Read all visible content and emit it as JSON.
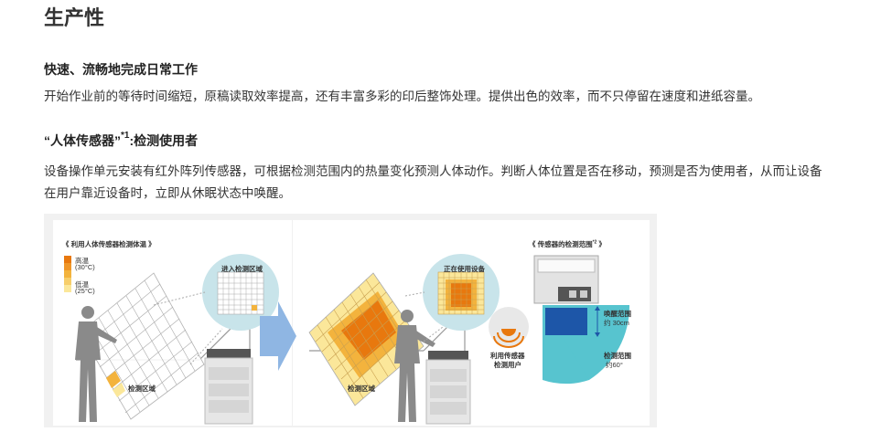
{
  "heading": "生产性",
  "section1": {
    "title": "快速、流畅地完成日常工作",
    "body": "开始作业前的等待时间缩短，原稿读取效率提高，还有丰富多彩的印后整饰处理。提供出色的效率，而不只停留在速度和进纸容量。"
  },
  "section2": {
    "title_main": "“人体传感器”",
    "title_sup": "*1",
    "title_suffix": ":检测使用者",
    "body_line1": "设备操作单元安装有红外阵列传感器，可根据检测范围内的热量变化预测人体动作。判断人体位置是否在移动，预测是否为使用者，从而让设备",
    "body_line2": "在用户靠近设备时，立即从休眠状态中唤醒。"
  },
  "figure": {
    "left_title": "《 利用人体传感器检测体温 》",
    "legend_high": "高温",
    "legend_high_temp": "(30°C)",
    "legend_low": "低温",
    "legend_low_temp": "(25°C)",
    "enter_zone": "进入检测区域",
    "detect_zone_1": "检测区域",
    "in_use": "正在使用设备",
    "detect_zone_2": "检测区域",
    "right_title": "《 传感器的检测范围",
    "right_title_sup": "*2",
    "right_title_end": " 》",
    "sensor_user_1": "利用传感器",
    "sensor_user_2": "检测用户",
    "wake_range_1": "唤醒范围",
    "wake_range_2": "约 30cm",
    "detect_range_1": "检测范围",
    "detect_range_2": "约60°",
    "colors": {
      "high": "#e8780e",
      "mid": "#f3b33d",
      "low": "#fbe79a",
      "blue": "#1d56a8",
      "cyan": "#57c4cf",
      "arrow": "#8fb6e3"
    }
  }
}
